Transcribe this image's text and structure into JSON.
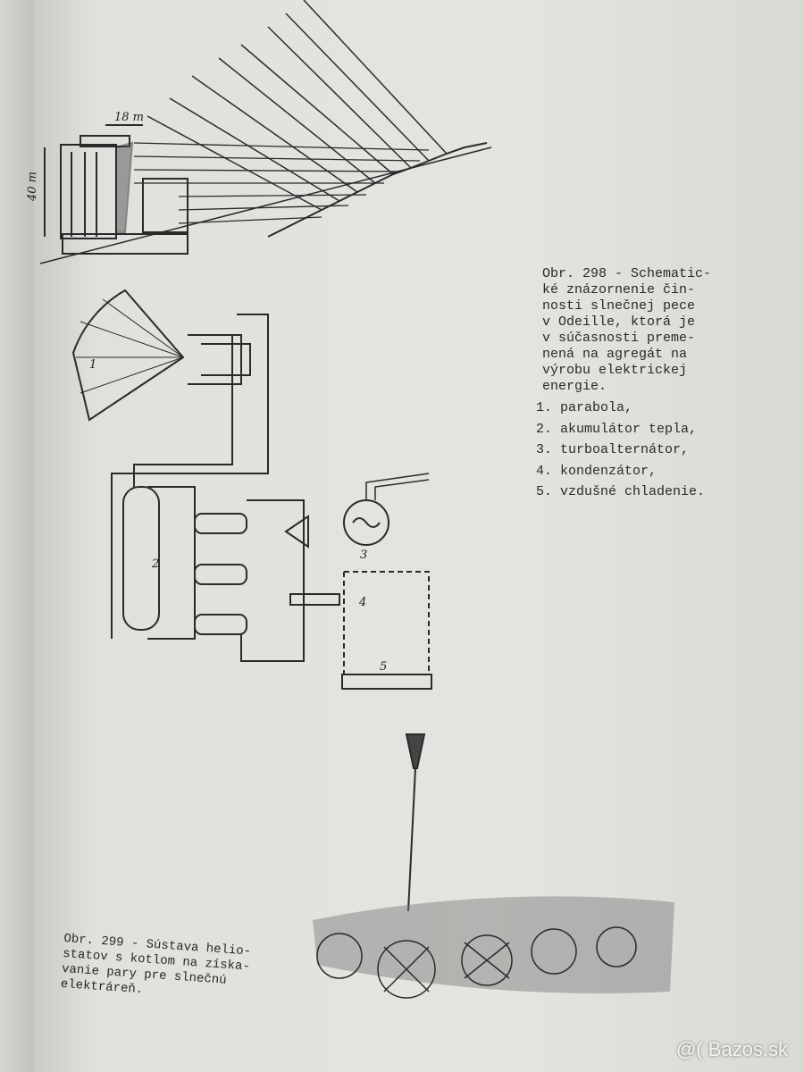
{
  "figure_298": {
    "caption": "Obr. 298 - Schematic-\nké znázornenie čin-\nnosti slnečnej pece\nv Odeille, ktorá je\nv súčasnosti preme-\nnená na agregát na\nvýrobu elektrickej\nenergie.",
    "legend": [
      "1. parabola,",
      "2. akumulátor tepla,",
      "3. turboalternátor,",
      "4. kondenzátor,",
      "5. vzdušné chladenie."
    ],
    "dimension_width": "18 m",
    "dimension_height": "40 m",
    "labels": [
      "1",
      "2",
      "3",
      "4",
      "5"
    ]
  },
  "figure_299": {
    "caption": "Obr. 299 - Sústava helio-\nstatov s kotlom na získa-\nvanie pary pre slnečnú\nelektráreň."
  },
  "watermark": "@( Bazos.sk"
}
